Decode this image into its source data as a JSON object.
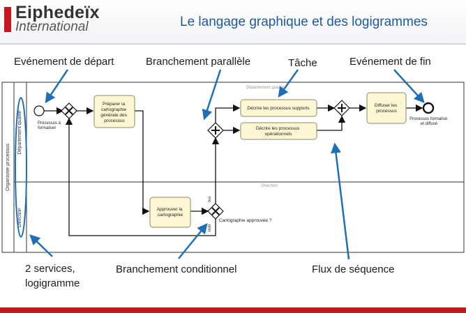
{
  "header": {
    "logo_name": "Eiphedeïx",
    "logo_sub": "International",
    "title": "Le langage graphique et des logigrammes"
  },
  "callouts": {
    "start_event": "Evénement de départ",
    "parallel_gateway": "Branchement parallèle",
    "task": "Tâche",
    "end_event": "Evénement de fin",
    "services_line1": "2 services,",
    "services_line2": "logigramme",
    "conditional_gateway": "Branchement conditionnel",
    "sequence_flow": "Flux de séquence"
  },
  "diagram": {
    "pool_label": "Organisme processus",
    "lane_top_label": "Département qualité",
    "lane_bottom_label": "Direction",
    "lane_top_watermark": "Département qualité",
    "lane_bottom_watermark": "Direction",
    "start_label_1": "Processus à",
    "start_label_2": "formaliser",
    "task_cartography": [
      "Préparer la",
      "cartographie",
      "générale des",
      "processus"
    ],
    "task_approve": [
      "Approuver la",
      "cartographie"
    ],
    "task_support": [
      "Décrire les processus supports"
    ],
    "task_operational": [
      "Décrire les processus",
      "opérationnels"
    ],
    "task_diffuse": [
      "Diffuser les",
      "processus"
    ],
    "end_label_1": "Processus formalisé",
    "end_label_2": "et diffusé",
    "gateway_question": "Cartographie approuvée ?",
    "label_yes": "oui",
    "label_no": "non"
  },
  "colors": {
    "accent_blue": "#1f6fb8",
    "task_fill": "#fdf7d3",
    "task_stroke": "#8a8a6a",
    "brand_red": "#c8161d"
  }
}
